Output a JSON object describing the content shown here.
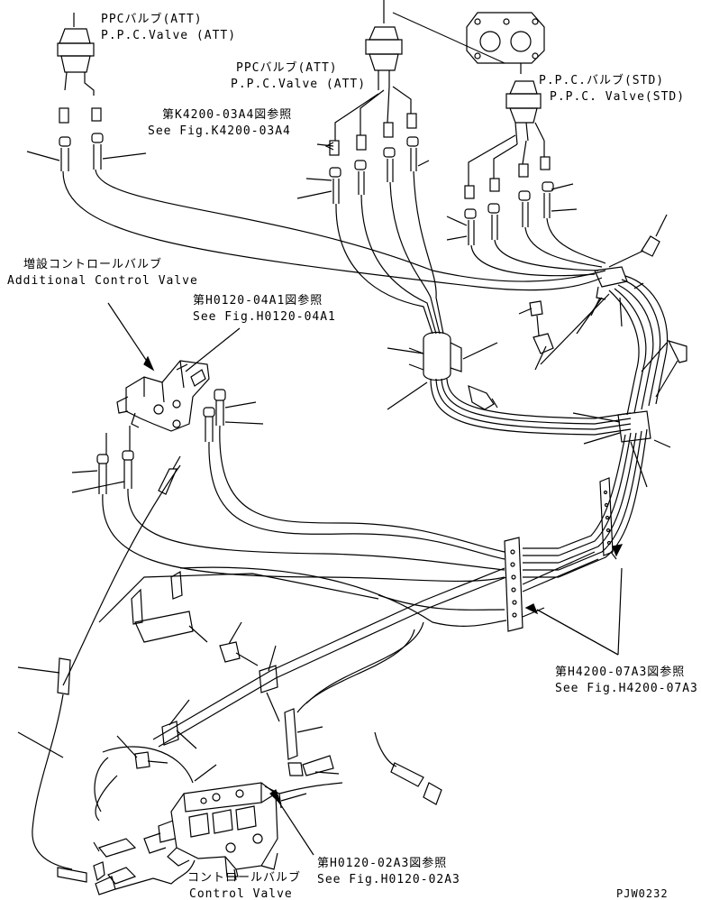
{
  "labels": {
    "ppc_att_top_jp": "PPCバルブ(ATT)",
    "ppc_att_top_en": "P.P.C.Valve (ATT)",
    "ppc_att_mid_jp": "PPCバルブ(ATT)",
    "ppc_att_mid_en": "P.P.C.Valve (ATT)",
    "ppc_std_jp": "P.P.C.バルブ(STD)",
    "ppc_std_en": "P.P.C. Valve(STD)",
    "ref_k4200_jp": "第K4200-03A4図参照",
    "ref_k4200_en": "See Fig.K4200-03A4",
    "add_cv_jp": "増設コントロールバルブ",
    "add_cv_en": "Additional Control Valve",
    "ref_h0120_04_jp": "第H0120-04A1図参照",
    "ref_h0120_04_en": "See Fig.H0120-04A1",
    "ref_h4200_jp": "第H4200-07A3図参照",
    "ref_h4200_en": "See Fig.H4200-07A3",
    "ref_h0120_02_jp": "第H0120-02A3図参照",
    "ref_h0120_02_en": "See Fig.H0120-02A3",
    "cv_jp": "コントロールバルブ",
    "cv_en": "Control Valve",
    "drawing_code": "PJW0232"
  }
}
